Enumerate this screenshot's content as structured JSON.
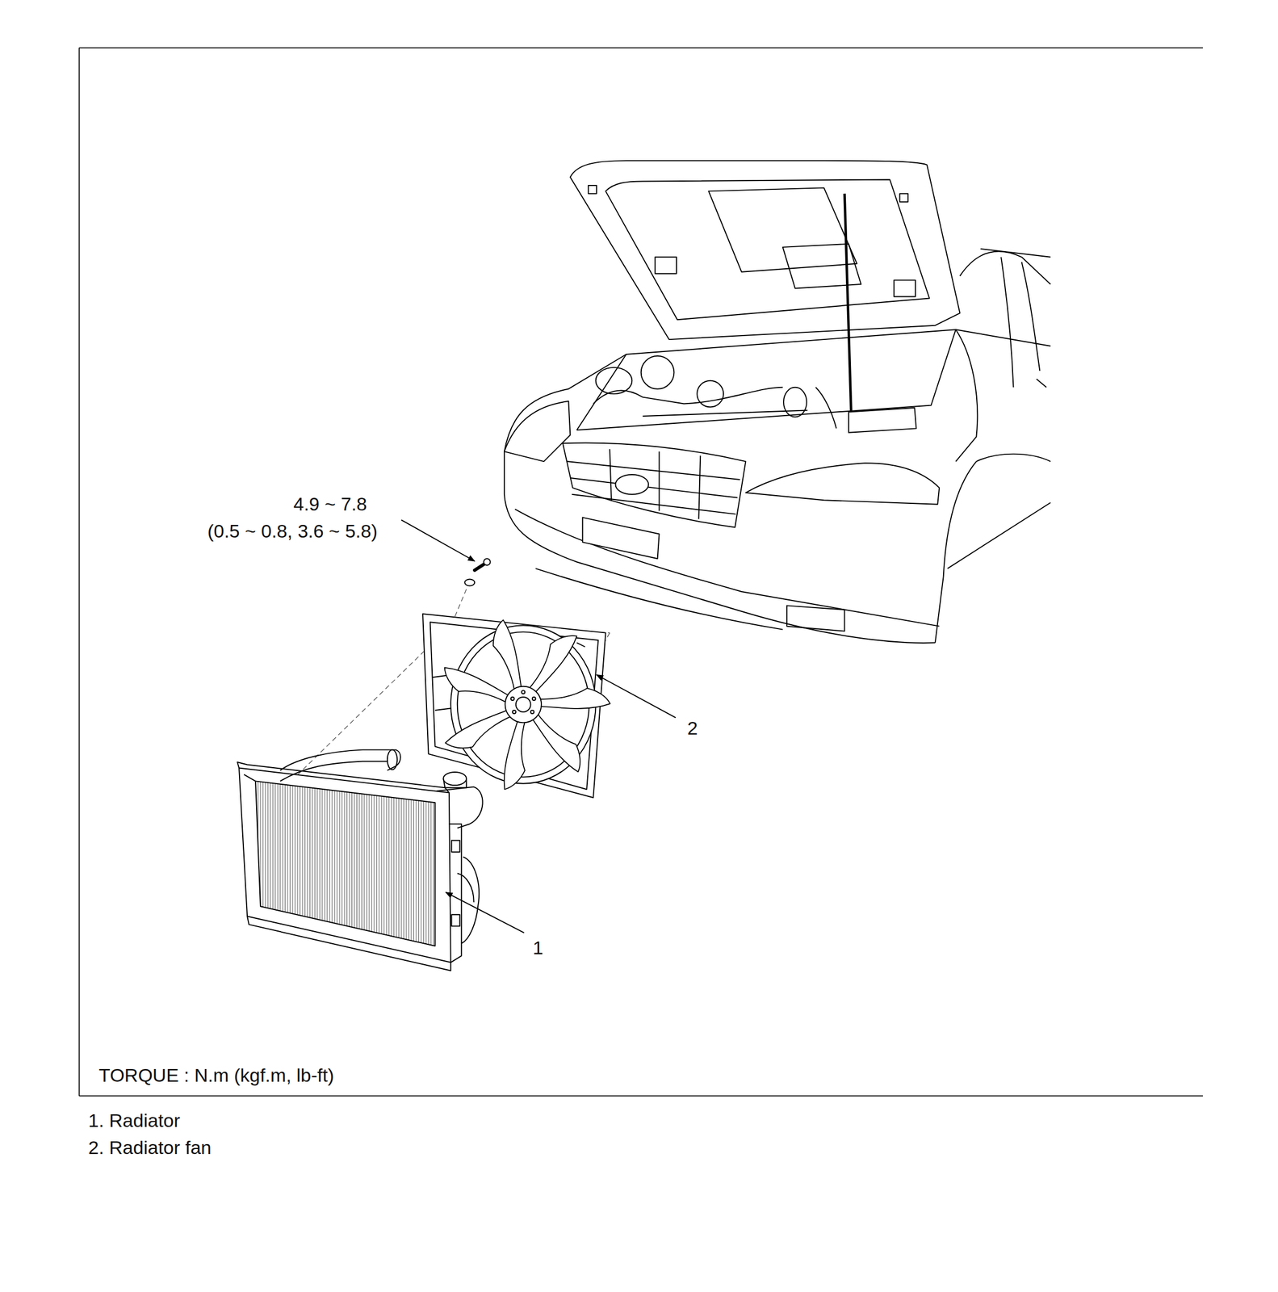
{
  "diagram": {
    "labels": [
      "4.9 ~ 7.8",
      "(0.5 ~ 0.8, 3.6 ~ 5.8)",
      "2",
      "1",
      "TORQUE : N.m (kgf.m, lb-ft)",
      "1. Radiator",
      "2. Radiator fan"
    ]
  }
}
